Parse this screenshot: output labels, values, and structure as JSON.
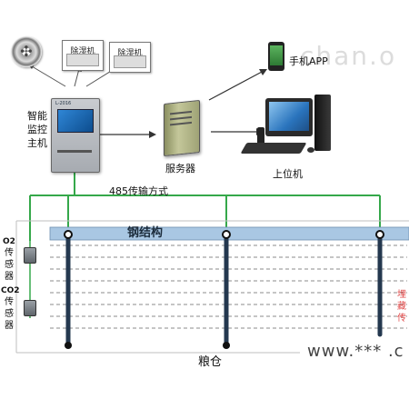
{
  "top": {
    "device_1": "除湿机",
    "device_2": "除湿机",
    "host_label_1": "智能",
    "host_label_2": "监控",
    "host_label_3": "主机",
    "host_panel_text": "L-2016",
    "server_label": "服务器",
    "app_label": "手机APP",
    "pc_label": "上位机",
    "bus_label": "485传输方式"
  },
  "silo": {
    "steel_label": "钢结构",
    "o2_label": "O2",
    "o2_sub_1": "传",
    "o2_sub_2": "感",
    "o2_sub_3": "器",
    "co2_label": "CO2",
    "co2_sub_1": "传",
    "co2_sub_2": "感",
    "co2_sub_3": "器",
    "buried_1": "埋",
    "buried_2": "藏",
    "buried_3": "传",
    "granary_label": "粮仓"
  },
  "watermarks": {
    "top_right": "chan.o",
    "bottom_right": "www.*** .c"
  },
  "colors": {
    "cable_green": "#35a84a",
    "steel_bar": "#a9c7e3",
    "cable_dark": "#24384f",
    "watermark": "#d9d9d9",
    "red_text": "#e04a4a"
  }
}
